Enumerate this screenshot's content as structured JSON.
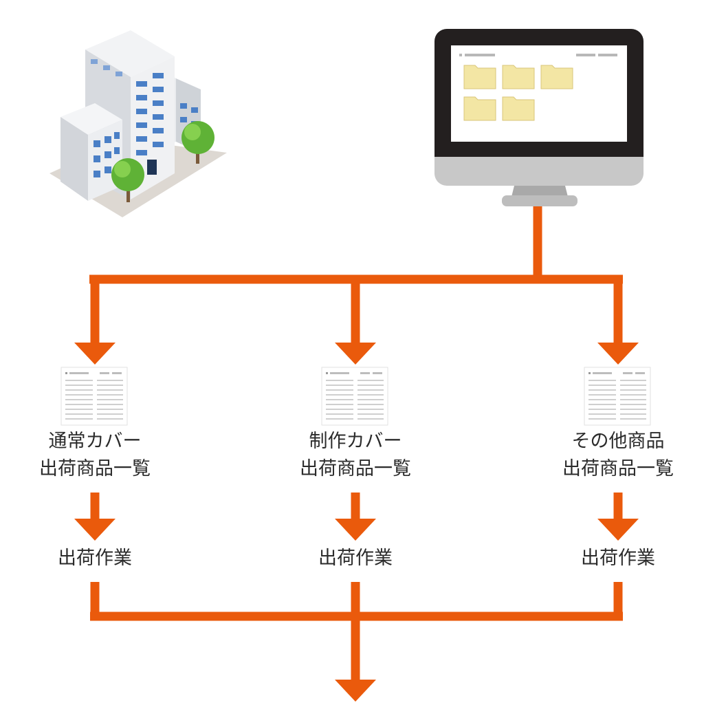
{
  "colors": {
    "flow": "#ea5a0c",
    "folder": "#f3e6a4",
    "folder_edge": "#d9c67a",
    "monitor_bezel": "#231f1f",
    "monitor_chin": "#c8c8c8",
    "tree_green": "#6cbf3a",
    "window_blue": "#4a7fc6"
  },
  "icons": {
    "office": "office-building-icon",
    "computer": "desktop-monitor-icon",
    "document": "document-list-icon",
    "tree": "tree-icon"
  },
  "branches": [
    {
      "list_line1": "通常カバー",
      "list_line2": "出荷商品一覧",
      "work": "出荷作業"
    },
    {
      "list_line1": "制作カバー",
      "list_line2": "出荷商品一覧",
      "work": "出荷作業"
    },
    {
      "list_line1": "その他商品",
      "list_line2": "出荷商品一覧",
      "work": "出荷作業"
    }
  ]
}
